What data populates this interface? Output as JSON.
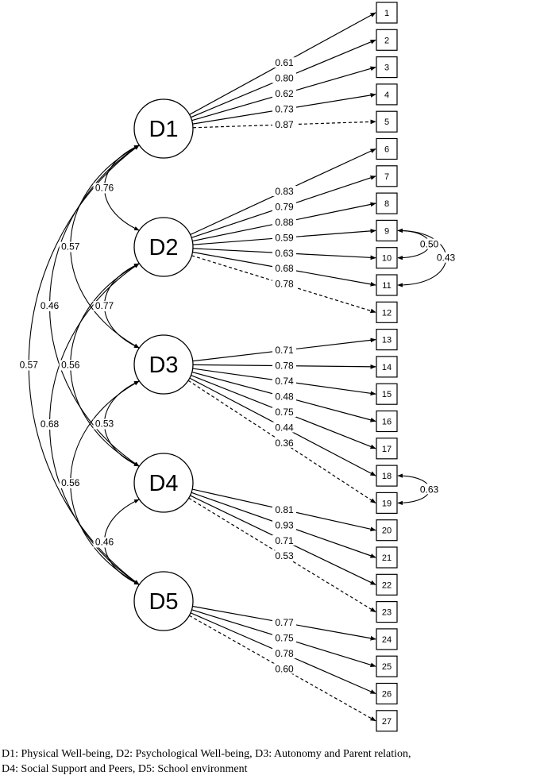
{
  "factors": [
    {
      "id": "D1",
      "label": "D1"
    },
    {
      "id": "D2",
      "label": "D2"
    },
    {
      "id": "D3",
      "label": "D3"
    },
    {
      "id": "D4",
      "label": "D4"
    },
    {
      "id": "D5",
      "label": "D5"
    }
  ],
  "items": [
    "1",
    "2",
    "3",
    "4",
    "5",
    "6",
    "7",
    "8",
    "9",
    "10",
    "11",
    "12",
    "13",
    "14",
    "15",
    "16",
    "17",
    "18",
    "19",
    "20",
    "21",
    "22",
    "23",
    "24",
    "25",
    "26",
    "27"
  ],
  "loadings": [
    {
      "factor": "D1",
      "item": "1",
      "value": "0.61",
      "fixed": false
    },
    {
      "factor": "D1",
      "item": "2",
      "value": "0.80",
      "fixed": false
    },
    {
      "factor": "D1",
      "item": "3",
      "value": "0.62",
      "fixed": false
    },
    {
      "factor": "D1",
      "item": "4",
      "value": "0.73",
      "fixed": false
    },
    {
      "factor": "D1",
      "item": "5",
      "value": "0.87",
      "fixed": true
    },
    {
      "factor": "D2",
      "item": "6",
      "value": "0.83",
      "fixed": false
    },
    {
      "factor": "D2",
      "item": "7",
      "value": "0.79",
      "fixed": false
    },
    {
      "factor": "D2",
      "item": "8",
      "value": "0.88",
      "fixed": false
    },
    {
      "factor": "D2",
      "item": "9",
      "value": "0.59",
      "fixed": false
    },
    {
      "factor": "D2",
      "item": "10",
      "value": "0.63",
      "fixed": false
    },
    {
      "factor": "D2",
      "item": "11",
      "value": "0.68",
      "fixed": false
    },
    {
      "factor": "D2",
      "item": "12",
      "value": "0.78",
      "fixed": true
    },
    {
      "factor": "D3",
      "item": "13",
      "value": "0.71",
      "fixed": false
    },
    {
      "factor": "D3",
      "item": "14",
      "value": "0.78",
      "fixed": false
    },
    {
      "factor": "D3",
      "item": "15",
      "value": "0.74",
      "fixed": false
    },
    {
      "factor": "D3",
      "item": "16",
      "value": "0.48",
      "fixed": false
    },
    {
      "factor": "D3",
      "item": "17",
      "value": "0.75",
      "fixed": false
    },
    {
      "factor": "D3",
      "item": "18",
      "value": "0.44",
      "fixed": false
    },
    {
      "factor": "D3",
      "item": "19",
      "value": "0.36",
      "fixed": true
    },
    {
      "factor": "D4",
      "item": "20",
      "value": "0.81",
      "fixed": false
    },
    {
      "factor": "D4",
      "item": "21",
      "value": "0.93",
      "fixed": false
    },
    {
      "factor": "D4",
      "item": "22",
      "value": "0.71",
      "fixed": false
    },
    {
      "factor": "D4",
      "item": "23",
      "value": "0.53",
      "fixed": true
    },
    {
      "factor": "D5",
      "item": "24",
      "value": "0.77",
      "fixed": false
    },
    {
      "factor": "D5",
      "item": "25",
      "value": "0.75",
      "fixed": false
    },
    {
      "factor": "D5",
      "item": "26",
      "value": "0.78",
      "fixed": false
    },
    {
      "factor": "D5",
      "item": "27",
      "value": "0.60",
      "fixed": true
    }
  ],
  "factor_correlations": [
    {
      "from": "D1",
      "to": "D2",
      "value": "0.76"
    },
    {
      "from": "D1",
      "to": "D3",
      "value": "0.57"
    },
    {
      "from": "D1",
      "to": "D4",
      "value": "0.46"
    },
    {
      "from": "D1",
      "to": "D5",
      "value": "0.57"
    },
    {
      "from": "D2",
      "to": "D3",
      "value": "0.77"
    },
    {
      "from": "D2",
      "to": "D4",
      "value": "0.56"
    },
    {
      "from": "D2",
      "to": "D5",
      "value": "0.68"
    },
    {
      "from": "D3",
      "to": "D4",
      "value": "0.53"
    },
    {
      "from": "D3",
      "to": "D5",
      "value": "0.56"
    },
    {
      "from": "D4",
      "to": "D5",
      "value": "0.46"
    }
  ],
  "error_covariances": [
    {
      "from": "9",
      "to": "10",
      "value": "0.50"
    },
    {
      "from": "9",
      "to": "11",
      "value": "0.43"
    },
    {
      "from": "18",
      "to": "19",
      "value": "0.63"
    }
  ],
  "caption": {
    "line1": "D1: Physical Well-being, D2: Psychological Well-being, D3: Autonomy and Parent relation,",
    "line2": "D4: Social Support and Peers, D5: School environment"
  }
}
